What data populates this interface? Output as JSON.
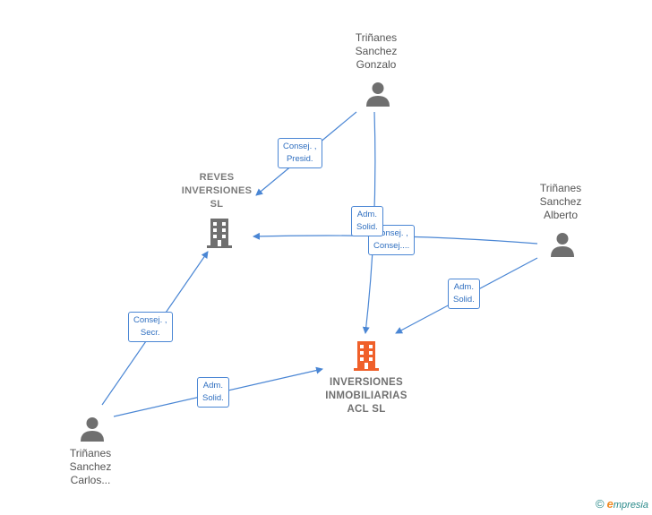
{
  "people": {
    "gonzalo": {
      "lines": [
        "Triñanes",
        "Sanchez",
        "Gonzalo"
      ]
    },
    "alberto": {
      "lines": [
        "Triñanes",
        "Sanchez",
        "Alberto"
      ]
    },
    "carlos": {
      "lines": [
        "Triñanes",
        "Sanchez",
        "Carlos..."
      ]
    }
  },
  "companies": {
    "reves": {
      "lines": [
        "REVES",
        "INVERSIONES",
        "SL"
      ],
      "color": "#6f6f6f"
    },
    "main": {
      "lines": [
        "INVERSIONES",
        "INMOBILIARIAS",
        "ACL  SL"
      ],
      "color": "#f0602a"
    }
  },
  "edges": {
    "gonzalo_reves": {
      "lines": [
        "Consej. ,",
        "Presid."
      ]
    },
    "gonzalo_main": {
      "lines": [
        "Adm.",
        "Solid."
      ]
    },
    "alberto_reves": {
      "lines": [
        "Consej. ,",
        "Consej...."
      ]
    },
    "alberto_main": {
      "lines": [
        "Adm.",
        "Solid."
      ]
    },
    "carlos_reves": {
      "lines": [
        "Consej. ,",
        "Secr."
      ]
    },
    "carlos_main": {
      "lines": [
        "Adm.",
        "Solid."
      ]
    }
  },
  "colors": {
    "edge": "#4a86d4",
    "person_icon": "#6f6f6f"
  },
  "branding": {
    "copyright": "©",
    "name_first": "e",
    "name_rest": "mpresia"
  }
}
